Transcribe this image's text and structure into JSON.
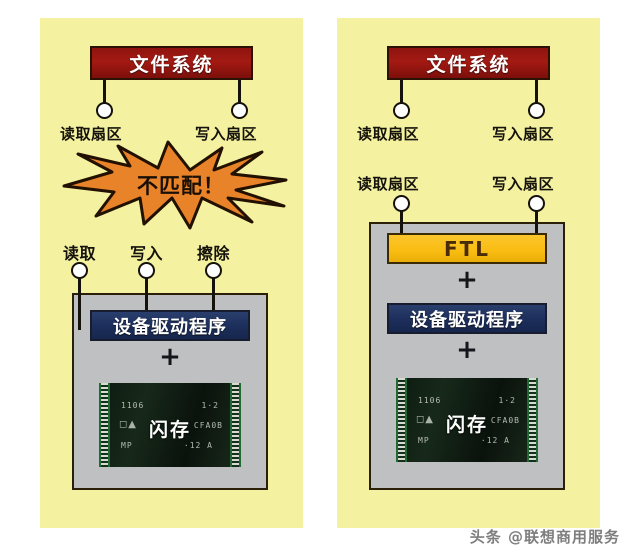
{
  "colors": {
    "panel_bg": "#f4f2a0",
    "page_bg": "#ffffff",
    "filesystem_box": "#a31a12",
    "driver_box": "#1d2f5c",
    "ftl_box": "#f9bc12",
    "gray_box": "#bfc0c2",
    "burst_fill": "#e8832a",
    "node_fill": "#ffffff",
    "outline": "#15120c"
  },
  "left_panel": {
    "name": "without-ftl",
    "filesystem": {
      "label": "文件系统"
    },
    "top_nodes": [
      {
        "id": "read-sector",
        "label": "读取扇区",
        "label_position": "below"
      },
      {
        "id": "write-sector",
        "label": "写入扇区",
        "label_position": "below"
      }
    ],
    "burst": {
      "label": "不匹配！",
      "shape": "starburst"
    },
    "device_nodes": [
      {
        "id": "read",
        "label": "读取",
        "label_position": "above"
      },
      {
        "id": "write",
        "label": "写入",
        "label_position": "above"
      },
      {
        "id": "erase",
        "label": "擦除",
        "label_position": "above"
      }
    ],
    "stack": {
      "driver": {
        "label": "设备驱动程序"
      },
      "plus": "+",
      "flash": {
        "overlay_label": "闪存",
        "markings": {
          "top_left": "1106",
          "top_right": "1·2",
          "mid_right": "CFA0B",
          "bottom_left": "MP",
          "bottom_right": "·12 A"
        }
      }
    }
  },
  "right_panel": {
    "name": "with-ftl",
    "filesystem": {
      "label": "文件系统"
    },
    "top_nodes": [
      {
        "id": "read-sector",
        "label": "读取扇区",
        "label_position": "below"
      },
      {
        "id": "write-sector",
        "label": "写入扇区",
        "label_position": "below"
      }
    ],
    "ftl_nodes": [
      {
        "id": "read-sector-2",
        "label": "读取扇区",
        "label_position": "above"
      },
      {
        "id": "write-sector-2",
        "label": "写入扇区",
        "label_position": "above"
      }
    ],
    "stack": {
      "ftl": {
        "label": "FTL"
      },
      "plus_top": "+",
      "driver": {
        "label": "设备驱动程序"
      },
      "plus_bottom": "+",
      "flash": {
        "overlay_label": "闪存",
        "markings": {
          "top_left": "1106",
          "top_right": "1·2",
          "mid_right": "CFA0B",
          "bottom_left": "MP",
          "bottom_right": "·12 A"
        }
      }
    }
  },
  "watermark": {
    "text": "头条 @联想商用服务"
  }
}
